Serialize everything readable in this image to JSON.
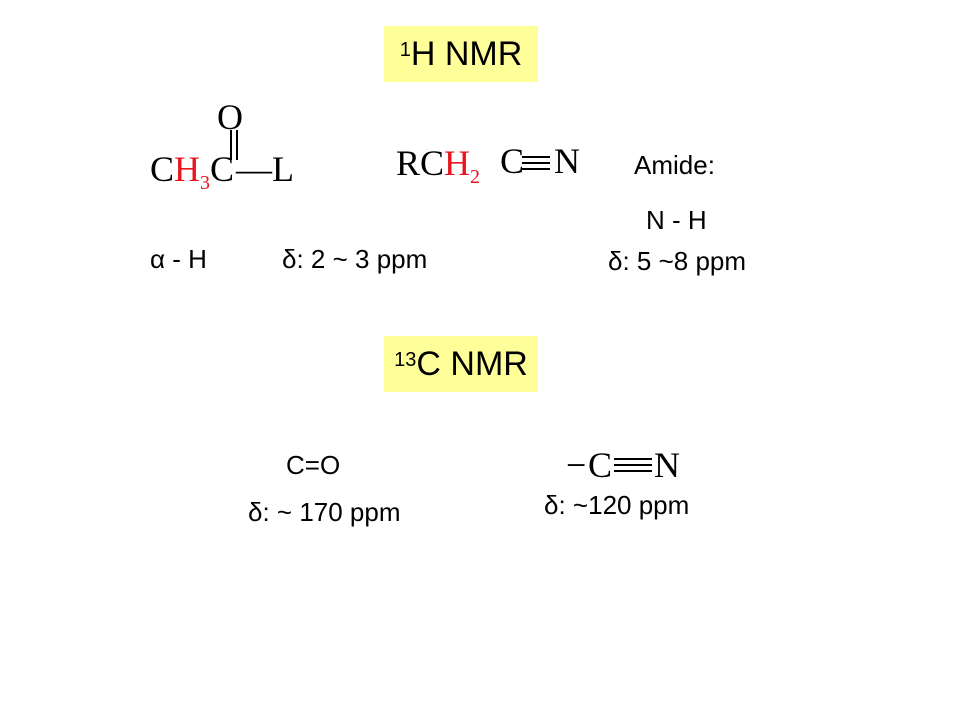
{
  "h_nmr": {
    "sup": "1",
    "label": "H NMR"
  },
  "c_nmr": {
    "sup": "13",
    "label": "C NMR"
  },
  "mol1": {
    "o": "O",
    "c1": "C",
    "h": "H",
    "sub3": "3",
    "c2": "C",
    "bond": "—",
    "l": "L"
  },
  "mol2": {
    "r": "R",
    "c": "C",
    "h": "H",
    "sub2": "2",
    "c2": "C",
    "n": "N"
  },
  "amide": {
    "label": "Amide:",
    "nh": "N - H",
    "shift": "δ:   5 ~8 ppm"
  },
  "alpha": {
    "label": "α - H",
    "shift": "δ:   2 ~ 3 ppm"
  },
  "carbonyl": {
    "label": "C=O",
    "shift": "δ:  ~ 170 ppm"
  },
  "nitrile": {
    "dash": "−",
    "c": "C",
    "n": "N",
    "shift": "δ:   ~120 ppm"
  },
  "colors": {
    "highlight": "#ffff99",
    "red": "#e8141e"
  }
}
